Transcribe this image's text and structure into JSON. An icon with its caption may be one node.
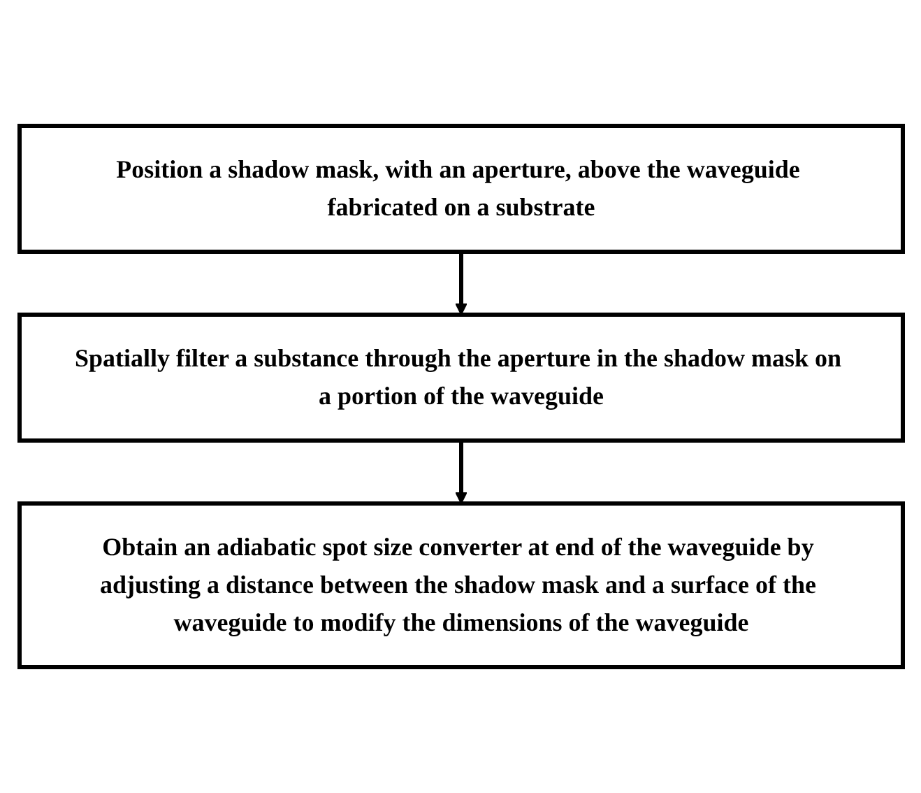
{
  "diagram": {
    "nodes": [
      {
        "text": [
          "Position a shadow mask, with an aperture, above the waveguide fabricated on a substrate"
        ]
      },
      {
        "text": [
          "Spatially filter a substance through the aperture in the shadow mask on a portion of the waveguide"
        ]
      },
      {
        "text": [
          "Obtain an adiabatic spot size converter at end of the waveguide by adjusting a distance between the shadow mask and a surface of the waveguide to modify the dimensions of the waveguide"
        ]
      }
    ],
    "edges": [
      {
        "from": 0,
        "to": 1,
        "arrow": "to"
      },
      {
        "from": 1,
        "to": 2,
        "arrow": "to"
      }
    ]
  }
}
